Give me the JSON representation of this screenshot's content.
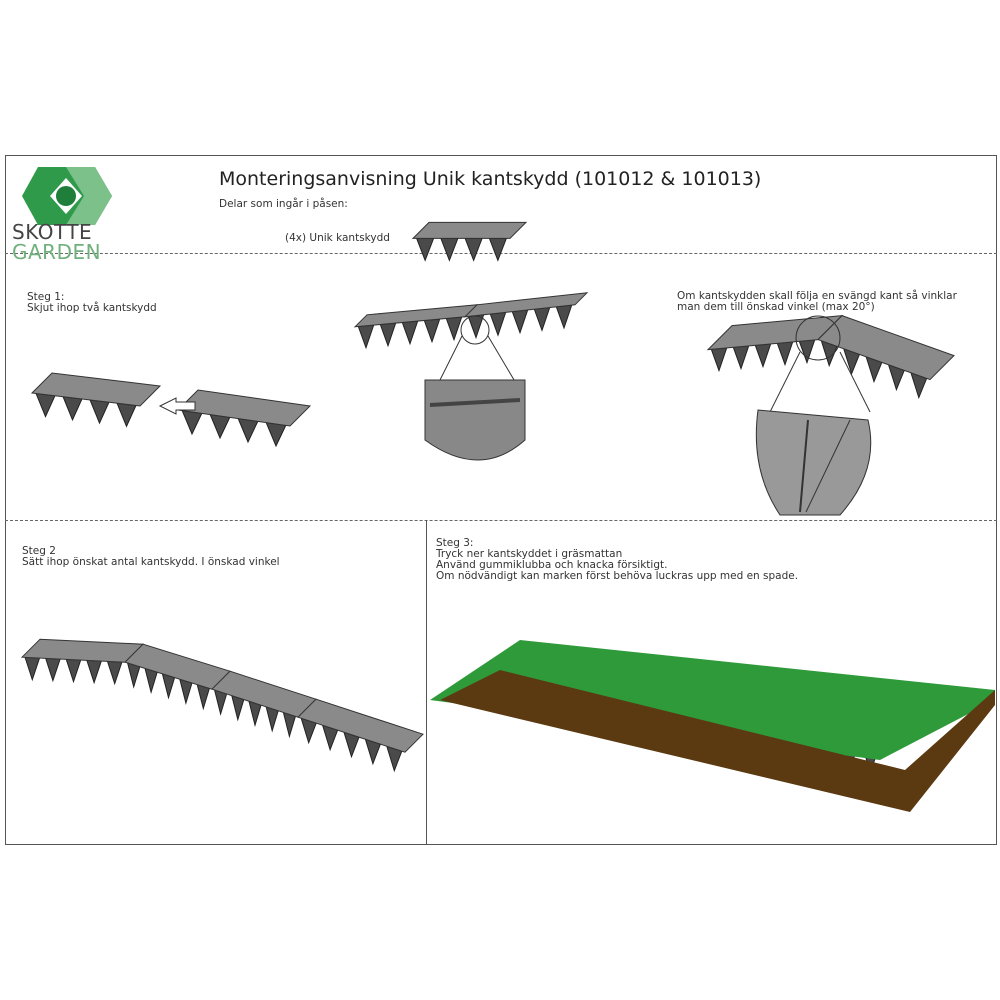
{
  "logo": {
    "line1": "SKOTTE",
    "line2": "GARDEN",
    "colors": {
      "dark": "#2e9a4a",
      "light": "#7cc08a"
    }
  },
  "header": {
    "title": "Monteringsanvisning Unik kantskydd (101012 & 101013)",
    "parts_heading": "Delar som ingår i påsen:",
    "part_item": "(4x) Unik kantskydd"
  },
  "step1": {
    "label": "Steg 1:",
    "text": "Skjut ihop två kantskydd"
  },
  "angle_note": {
    "line1": "Om kantskydden skall följa en svängd kant så vinklar",
    "line2": "man dem till önskad vinkel (max 20°)"
  },
  "step2": {
    "label": "Steg 2",
    "text": "Sätt ihop önskat antal kantskydd. I önskad vinkel"
  },
  "step3": {
    "label": "Steg 3:",
    "lines": [
      "Tryck ner kantskyddet i gräsmattan",
      "Använd gummiklubba och knacka försiktigt.",
      "Om nödvändigt kan marken först behöva luckras upp med en spade."
    ]
  },
  "colors": {
    "grass": "#2f9a3a",
    "soil": "#5b3a12",
    "plate": "#8a8a8a",
    "teeth": "#4a4a4a"
  }
}
